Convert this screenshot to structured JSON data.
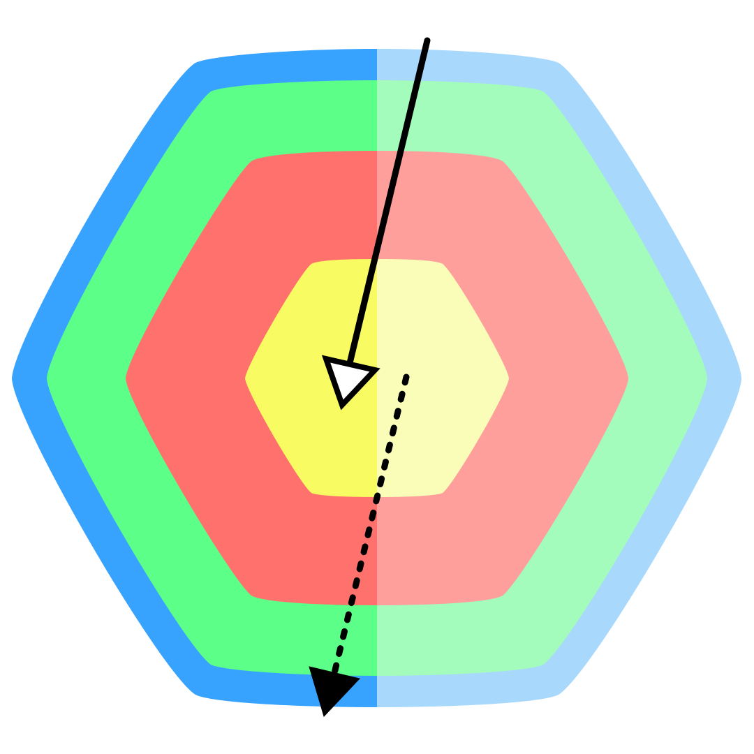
{
  "diagram": {
    "shape": "nested-hexagons",
    "split": "vertical-half-left-saturated-right-light",
    "layers": [
      {
        "name": "outer",
        "color_left": "#38a3ff",
        "color_right": "#a8d8fb"
      },
      {
        "name": "second",
        "color_left": "#5cff87",
        "color_right": "#a3fcbb"
      },
      {
        "name": "third",
        "color_left": "#ff716c",
        "color_right": "#ff9f9b"
      },
      {
        "name": "inner",
        "color_left": "#f8fc62",
        "color_right": "#fafdb7"
      }
    ],
    "arrows": [
      {
        "name": "solid-arrow",
        "line_style": "solid",
        "head": "open-triangle",
        "color": "#000000"
      },
      {
        "name": "dotted-arrow",
        "line_style": "dotted",
        "head": "filled-triangle",
        "color": "#000000"
      }
    ]
  }
}
